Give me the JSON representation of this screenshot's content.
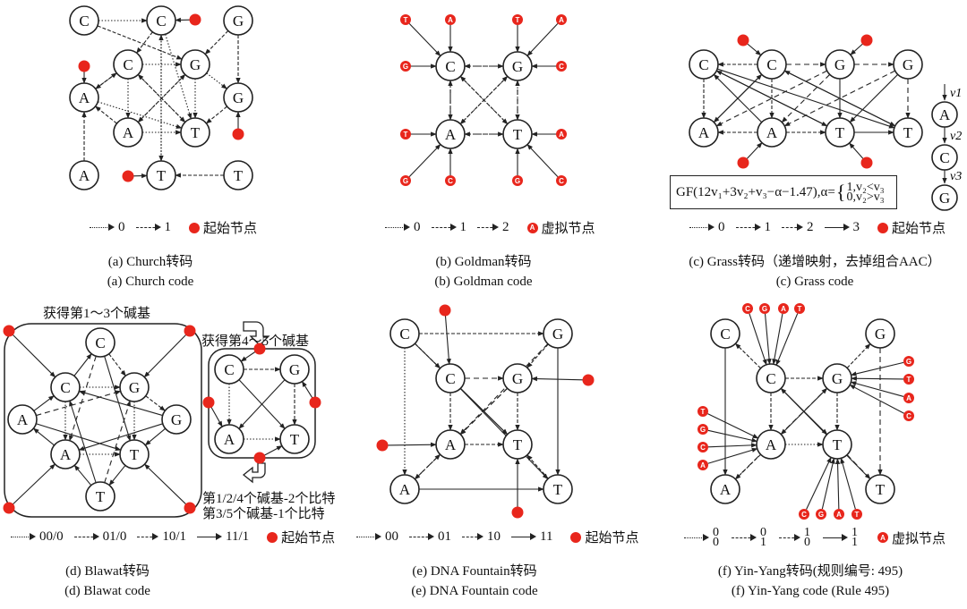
{
  "panels": [
    {
      "id": "a",
      "nodes": [
        [
          "C",
          94,
          23
        ],
        [
          "C",
          180,
          23
        ],
        [
          "G",
          266,
          23
        ],
        [
          "C",
          143,
          72
        ],
        [
          "G",
          218,
          72
        ],
        [
          "A",
          94,
          109
        ],
        [
          "G",
          266,
          109
        ],
        [
          "A",
          143,
          148
        ],
        [
          "T",
          218,
          148
        ],
        [
          "A",
          94,
          196
        ],
        [
          "T",
          180,
          196
        ],
        [
          "T",
          266,
          196
        ]
      ],
      "start": [
        [
          218,
          22
        ],
        [
          94,
          74
        ],
        [
          266,
          150
        ],
        [
          143,
          197
        ]
      ],
      "edges": [
        [
          0,
          1,
          0
        ],
        [
          1,
          3,
          1
        ],
        [
          1,
          8,
          0
        ],
        [
          2,
          4,
          1
        ],
        [
          2,
          6,
          1
        ],
        [
          3,
          4,
          0
        ],
        [
          3,
          5,
          1
        ],
        [
          3,
          7,
          0
        ],
        [
          3,
          8,
          1
        ],
        [
          4,
          6,
          0
        ],
        [
          4,
          7,
          1
        ],
        [
          4,
          8,
          0
        ],
        [
          5,
          3,
          1
        ],
        [
          5,
          8,
          0
        ],
        [
          6,
          8,
          1
        ],
        [
          7,
          4,
          0
        ],
        [
          7,
          5,
          1
        ],
        [
          8,
          3,
          0
        ],
        [
          9,
          5,
          1
        ],
        [
          10,
          1,
          0
        ],
        [
          11,
          10,
          1
        ],
        [
          7,
          8,
          0
        ],
        [
          0,
          4,
          1
        ],
        [
          1,
          10,
          0
        ]
      ]
    },
    {
      "id": "b",
      "nodes": [
        [
          "C",
          503,
          74
        ],
        [
          "G",
          578,
          74
        ],
        [
          "A",
          503,
          150
        ],
        [
          "T",
          578,
          150
        ]
      ],
      "virtual": [
        [
          "T",
          453,
          22
        ],
        [
          "A",
          503,
          22
        ],
        [
          "T",
          578,
          22
        ],
        [
          "A",
          627,
          22
        ],
        [
          "G",
          453,
          74
        ],
        [
          "C",
          627,
          74
        ],
        [
          "T",
          453,
          150
        ],
        [
          "A",
          627,
          150
        ],
        [
          "G",
          453,
          202
        ],
        [
          "C",
          503,
          202
        ],
        [
          "G",
          578,
          202
        ],
        [
          "C",
          627,
          202
        ]
      ],
      "vedges": [
        [
          0,
          0
        ],
        [
          1,
          0
        ],
        [
          2,
          1
        ],
        [
          3,
          1
        ],
        [
          4,
          0
        ],
        [
          5,
          1
        ],
        [
          6,
          2
        ],
        [
          7,
          3
        ],
        [
          8,
          2
        ],
        [
          9,
          2
        ],
        [
          10,
          3
        ],
        [
          11,
          3
        ]
      ],
      "edges": [
        [
          0,
          1,
          2
        ],
        [
          1,
          0,
          1
        ],
        [
          0,
          2,
          2
        ],
        [
          2,
          0,
          1
        ],
        [
          1,
          3,
          2
        ],
        [
          3,
          1,
          0
        ],
        [
          2,
          3,
          2
        ],
        [
          3,
          2,
          1
        ],
        [
          0,
          3,
          1
        ],
        [
          3,
          0,
          0
        ],
        [
          1,
          2,
          1
        ],
        [
          2,
          1,
          0
        ]
      ]
    },
    {
      "id": "c",
      "nodes": [
        [
          "C",
          786,
          72
        ],
        [
          "C",
          862,
          72
        ],
        [
          "G",
          938,
          72
        ],
        [
          "G",
          1014,
          72
        ],
        [
          "A",
          786,
          148
        ],
        [
          "A",
          862,
          148
        ],
        [
          "T",
          938,
          148
        ],
        [
          "T",
          1014,
          148
        ]
      ],
      "start": [
        [
          830,
          45
        ],
        [
          968,
          45
        ],
        [
          830,
          182
        ],
        [
          968,
          182
        ]
      ],
      "edges": [
        [
          1,
          0,
          1
        ],
        [
          1,
          2,
          2
        ],
        [
          2,
          3,
          2
        ],
        [
          0,
          4,
          1
        ],
        [
          1,
          5,
          1
        ],
        [
          2,
          6,
          3
        ],
        [
          3,
          7,
          2
        ],
        [
          5,
          4,
          1
        ],
        [
          5,
          6,
          1
        ],
        [
          6,
          7,
          3
        ],
        [
          0,
          6,
          3
        ],
        [
          0,
          7,
          3
        ],
        [
          1,
          4,
          3
        ],
        [
          1,
          7,
          3
        ],
        [
          2,
          4,
          2
        ],
        [
          2,
          5,
          2
        ],
        [
          3,
          5,
          2
        ],
        [
          3,
          6,
          3
        ],
        [
          4,
          1,
          3
        ],
        [
          5,
          0,
          3
        ],
        [
          6,
          0,
          3
        ],
        [
          7,
          1,
          3
        ]
      ],
      "chain": {
        "nodes": [
          [
            "A",
            1055,
            128
          ],
          [
            "C",
            1055,
            176
          ],
          [
            "G",
            1055,
            221
          ]
        ],
        "labels": [
          "v1",
          "v2",
          "v3"
        ]
      }
    },
    {
      "id": "d",
      "nodes": [
        [
          "C",
          112,
          383
        ],
        [
          "C",
          73,
          433
        ],
        [
          "G",
          150,
          433
        ],
        [
          "A",
          25,
          469
        ],
        [
          "G",
          197,
          469
        ],
        [
          "A",
          73,
          508
        ],
        [
          "T",
          150,
          508
        ],
        [
          "T",
          112,
          555
        ]
      ],
      "start": [
        [
          10,
          370
        ],
        [
          212,
          370
        ],
        [
          10,
          568
        ],
        [
          212,
          568
        ]
      ],
      "startedges": [
        [
          0,
          1
        ],
        [
          1,
          2
        ],
        [
          2,
          5
        ],
        [
          3,
          6
        ]
      ],
      "edges": [
        [
          1,
          0,
          3
        ],
        [
          0,
          2,
          1
        ],
        [
          1,
          2,
          0
        ],
        [
          1,
          5,
          0
        ],
        [
          2,
          6,
          0
        ],
        [
          2,
          4,
          1
        ],
        [
          3,
          1,
          3
        ],
        [
          3,
          2,
          2
        ],
        [
          3,
          6,
          3
        ],
        [
          4,
          1,
          3
        ],
        [
          4,
          5,
          3
        ],
        [
          4,
          6,
          3
        ],
        [
          5,
          3,
          3
        ],
        [
          5,
          6,
          0
        ],
        [
          6,
          7,
          3
        ],
        [
          7,
          5,
          3
        ],
        [
          0,
          6,
          3
        ],
        [
          0,
          5,
          2
        ],
        [
          7,
          2,
          2
        ],
        [
          7,
          1,
          3
        ]
      ],
      "sub": {
        "nodes": [
          [
            "C",
            256,
            413
          ],
          [
            "G",
            329,
            413
          ],
          [
            "A",
            256,
            491
          ],
          [
            "T",
            329,
            491
          ]
        ],
        "start": [
          [
            290,
            390
          ],
          [
            233,
            450
          ],
          [
            352,
            450
          ],
          [
            290,
            512
          ]
        ],
        "edges": [
          [
            0,
            1,
            1
          ],
          [
            0,
            2,
            0
          ],
          [
            1,
            3,
            1
          ],
          [
            2,
            3,
            0
          ],
          [
            0,
            3,
            3
          ],
          [
            1,
            2,
            3
          ]
        ]
      }
    },
    {
      "id": "e",
      "nodes": [
        [
          "C",
          452,
          373
        ],
        [
          "G",
          623,
          373
        ],
        [
          "C",
          503,
          423
        ],
        [
          "G",
          578,
          423
        ],
        [
          "A",
          503,
          497
        ],
        [
          "T",
          578,
          497
        ],
        [
          "A",
          452,
          547
        ],
        [
          "T",
          623,
          547
        ]
      ],
      "start": [
        [
          497,
          347
        ],
        [
          657,
          425
        ],
        [
          427,
          498
        ],
        [
          578,
          573
        ]
      ],
      "startedges": [
        [
          0,
          2
        ],
        [
          1,
          3
        ],
        [
          2,
          4
        ],
        [
          3,
          5
        ]
      ],
      "edges": [
        [
          0,
          1,
          1
        ],
        [
          2,
          3,
          2
        ],
        [
          4,
          5,
          1
        ],
        [
          6,
          7,
          3
        ],
        [
          0,
          6,
          0
        ],
        [
          1,
          7,
          3
        ],
        [
          2,
          4,
          1
        ],
        [
          3,
          5,
          1
        ],
        [
          2,
          5,
          3
        ],
        [
          3,
          4,
          2
        ],
        [
          0,
          2,
          1
        ],
        [
          1,
          3,
          1
        ],
        [
          6,
          4,
          1
        ],
        [
          7,
          5,
          1
        ],
        [
          0,
          5,
          3
        ],
        [
          1,
          4,
          2
        ],
        [
          2,
          7,
          3
        ],
        [
          3,
          6,
          2
        ]
      ]
    },
    {
      "id": "f",
      "nodes": [
        [
          "C",
          810,
          373
        ],
        [
          "G",
          983,
          373
        ],
        [
          "C",
          861,
          423
        ],
        [
          "G",
          935,
          423
        ],
        [
          "A",
          861,
          497
        ],
        [
          "T",
          935,
          497
        ],
        [
          "A",
          810,
          547
        ],
        [
          "T",
          983,
          547
        ]
      ],
      "virtual": [
        [
          "C",
          835,
          345
        ],
        [
          "G",
          854,
          345
        ],
        [
          "A",
          875,
          345
        ],
        [
          "T",
          893,
          345
        ],
        [
          "G",
          1015,
          404
        ],
        [
          "T",
          1015,
          424
        ],
        [
          "A",
          1015,
          445
        ],
        [
          "C",
          1015,
          465
        ],
        [
          "T",
          785,
          460
        ],
        [
          "G",
          785,
          480
        ],
        [
          "C",
          785,
          500
        ],
        [
          "A",
          785,
          520
        ],
        [
          "C",
          898,
          575
        ],
        [
          "G",
          917,
          575
        ],
        [
          "A",
          937,
          575
        ],
        [
          "T",
          957,
          575
        ]
      ],
      "vedges": [
        [
          0,
          2
        ],
        [
          1,
          2
        ],
        [
          2,
          2
        ],
        [
          3,
          2
        ],
        [
          4,
          3
        ],
        [
          5,
          3
        ],
        [
          6,
          3
        ],
        [
          7,
          3
        ],
        [
          8,
          4
        ],
        [
          9,
          4
        ],
        [
          10,
          4
        ],
        [
          11,
          4
        ],
        [
          12,
          5
        ],
        [
          13,
          5
        ],
        [
          14,
          5
        ],
        [
          15,
          5
        ]
      ],
      "edges": [
        [
          2,
          0,
          1
        ],
        [
          3,
          1,
          1
        ],
        [
          2,
          3,
          1
        ],
        [
          4,
          5,
          0
        ],
        [
          2,
          4,
          1
        ],
        [
          3,
          5,
          1
        ],
        [
          4,
          6,
          1
        ],
        [
          5,
          7,
          2
        ],
        [
          0,
          6,
          3
        ],
        [
          1,
          7,
          2
        ],
        [
          2,
          5,
          3
        ],
        [
          3,
          4,
          3
        ],
        [
          6,
          3,
          2
        ],
        [
          7,
          2,
          3
        ]
      ]
    }
  ],
  "legends": {
    "a": {
      "items": [
        "0",
        "1"
      ],
      "start": "起始节点"
    },
    "b": {
      "items": [
        "0",
        "1",
        "2"
      ],
      "virtual_marker": "A",
      "virtual": "虚拟节点"
    },
    "c": {
      "items": [
        "0",
        "1",
        "2",
        "3"
      ],
      "start": "起始节点"
    },
    "d": {
      "items": [
        "00/0",
        "01/0",
        "10/1",
        "11/1"
      ],
      "start": "起始节点"
    },
    "e": {
      "items": [
        "00",
        "01",
        "10",
        "11"
      ],
      "start": "起始节点"
    },
    "f": {
      "items": [
        [
          "0",
          "0"
        ],
        [
          "0",
          "1"
        ],
        [
          "1",
          "0"
        ],
        [
          "1",
          "1"
        ]
      ],
      "virtual_marker": "A",
      "virtual": "虚拟节点"
    }
  },
  "captions": {
    "a": [
      "(a) Church转码",
      "(a) Church code"
    ],
    "b": [
      "(b) Goldman转码",
      "(b) Goldman code"
    ],
    "c": [
      "(c) Grass转码（递增映射，去掉组合AAC）",
      "(c) Grass code"
    ],
    "d": [
      "(d) Blawat转码",
      "(d) Blawat code"
    ],
    "e": [
      "(e) DNA Fountain转码",
      "(e) DNA Fountain code"
    ],
    "f": [
      "(f) Yin-Yang转码(规则编号: 495)",
      "(f) Yin-Yang code (Rule 495)"
    ]
  },
  "annotations": {
    "d_step1": "获得第1～3个碱基",
    "d_step2": "获得第4～5个碱基",
    "d_note1": "第1/2/4个碱基-2个比特",
    "d_note2": "第3/5个碱基-1个比特"
  },
  "formula": {
    "text": "GF(12v₁+3v₂+v₃−α−1.47),α=",
    "case1": "1,v₂<v₃",
    "case2": "0,v₂>v₃"
  },
  "colors": {
    "start_node": "#e8261c",
    "stroke": "#222222"
  }
}
